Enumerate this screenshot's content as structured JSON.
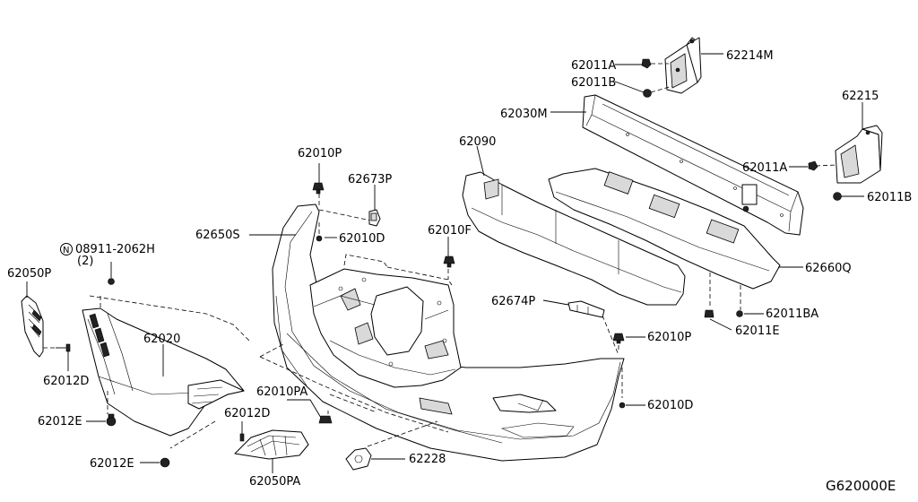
{
  "labels": {
    "p62011A_top": "62011A",
    "p62214M": "62214M",
    "p62011B_top": "62011B",
    "p62215": "62215",
    "p62030M": "62030M",
    "p62090": "62090",
    "p62011A_right": "62011A",
    "p62011B_right": "62011B",
    "p62010P_top": "62010P",
    "p62673P": "62673P",
    "p62650S": "62650S",
    "p62010D_top": "62010D",
    "p62010F": "62010F",
    "p62660Q": "62660Q",
    "p08911_2062H": "08911-2062H",
    "p08911_qty": "(2)",
    "p62050P": "62050P",
    "p62674P": "62674P",
    "p62011BA": "62011BA",
    "p62011E": "62011E",
    "p62010P_right": "62010P",
    "p62020": "62020",
    "p62012D_left": "62012D",
    "p62010D_right": "62010D",
    "p62010PA": "62010PA",
    "p62012D_mid": "62012D",
    "p62012E_left": "62012E",
    "p62012E_bottom": "62012E",
    "p62228": "62228",
    "p62050PA": "62050PA",
    "diagram_code": "G620000E",
    "nut_symbol": "N"
  }
}
